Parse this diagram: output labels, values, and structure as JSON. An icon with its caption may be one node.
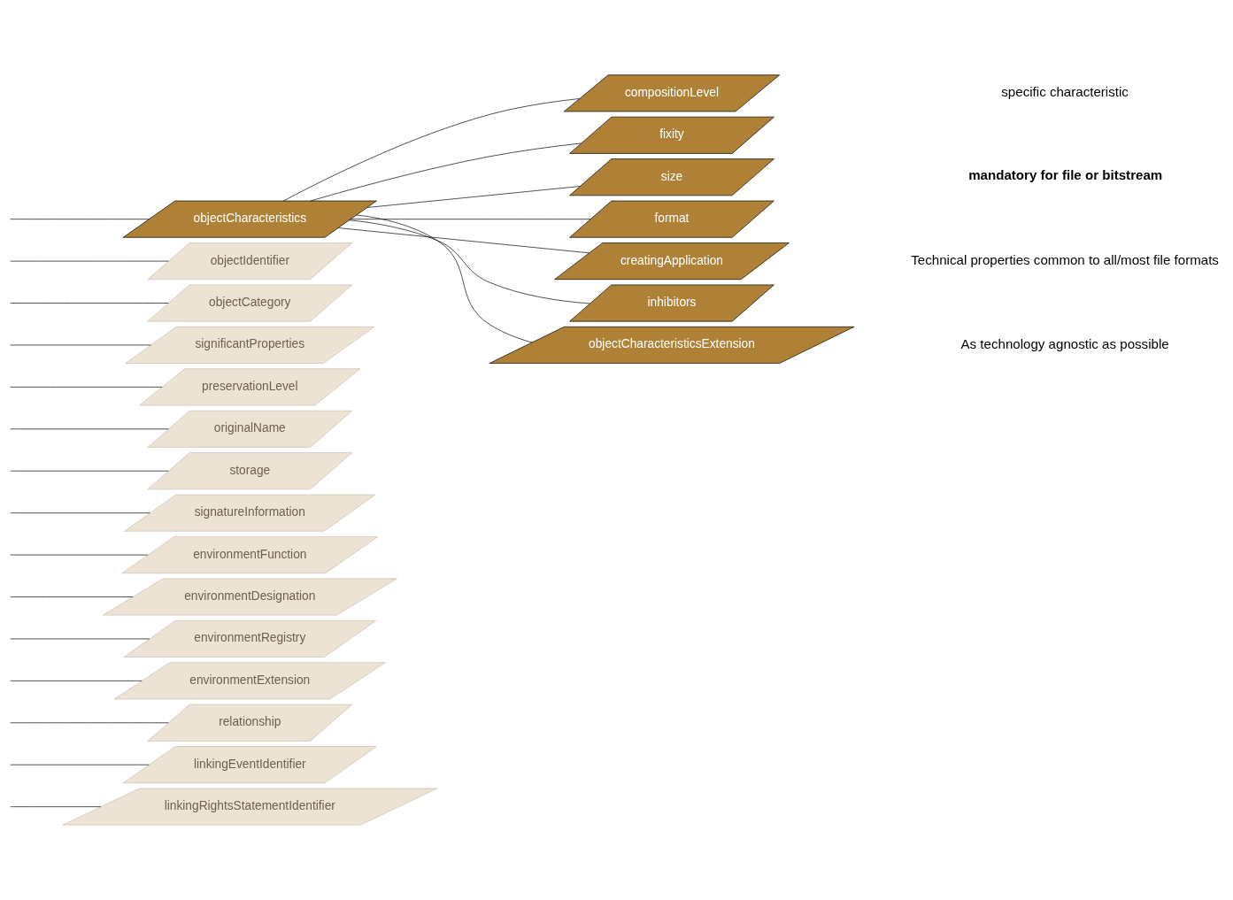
{
  "diagram": {
    "nodes": [
      {
        "text": [
          "objectIdentifier"
        ]
      },
      {
        "text": [
          "objectCategory"
        ]
      },
      {
        "text": [
          "objectCharacteristics"
        ]
      },
      {
        "text": [
          "significantProperties"
        ]
      },
      {
        "text": [
          "preservationLevel"
        ]
      },
      {
        "text": [
          "originalName"
        ]
      },
      {
        "text": [
          "storage"
        ]
      },
      {
        "text": [
          "signatureInformation"
        ]
      },
      {
        "text": [
          "environmentFunction"
        ]
      },
      {
        "text": [
          "environmentDesignation"
        ]
      },
      {
        "text": [
          "environmentRegistry"
        ]
      },
      {
        "text": [
          "environmentExtension"
        ]
      },
      {
        "text": [
          "relationship"
        ]
      },
      {
        "text": [
          "linkingEventIdentifier"
        ]
      },
      {
        "text": [
          "linkingRightsStatementIdentifier"
        ]
      },
      {
        "text": [
          "compositionLevel"
        ]
      },
      {
        "text": [
          "fixity"
        ]
      },
      {
        "text": [
          "size"
        ]
      },
      {
        "text": [
          "format"
        ]
      },
      {
        "text": [
          "creatingApplication"
        ]
      },
      {
        "text": [
          "inhibitors"
        ]
      },
      {
        "text": [
          "objectCharacteristicsExtension"
        ]
      }
    ],
    "edges": [
      {
        "from": null,
        "to": 0,
        "arrow": "none"
      },
      {
        "from": null,
        "to": 1,
        "arrow": "none"
      },
      {
        "from": null,
        "to": 2,
        "arrow": "none"
      },
      {
        "from": null,
        "to": 3,
        "arrow": "none"
      },
      {
        "from": null,
        "to": 4,
        "arrow": "none"
      },
      {
        "from": null,
        "to": 5,
        "arrow": "none"
      },
      {
        "from": null,
        "to": 6,
        "arrow": "none"
      },
      {
        "from": null,
        "to": 7,
        "arrow": "none"
      },
      {
        "from": null,
        "to": 8,
        "arrow": "none"
      },
      {
        "from": null,
        "to": 9,
        "arrow": "none"
      },
      {
        "from": null,
        "to": 10,
        "arrow": "none"
      },
      {
        "from": null,
        "to": 11,
        "arrow": "none"
      },
      {
        "from": null,
        "to": 12,
        "arrow": "none"
      },
      {
        "from": null,
        "to": 13,
        "arrow": "none"
      },
      {
        "from": null,
        "to": 14,
        "arrow": "none"
      },
      {
        "from": 2,
        "to": 15,
        "arrow": "none"
      },
      {
        "from": 2,
        "to": 16,
        "arrow": "none"
      },
      {
        "from": 2,
        "to": 17,
        "arrow": "none"
      },
      {
        "from": 2,
        "to": 18,
        "arrow": "none"
      },
      {
        "from": 2,
        "to": 19,
        "arrow": "none"
      },
      {
        "from": 2,
        "to": 20,
        "arrow": "none"
      },
      {
        "from": 2,
        "to": 21,
        "arrow": "none"
      }
    ],
    "labels": [
      "specific characteristic",
      "mandatory for file or bitstream",
      "Technical properties common to all/most file formats",
      "As technology agnostic as possible"
    ]
  }
}
